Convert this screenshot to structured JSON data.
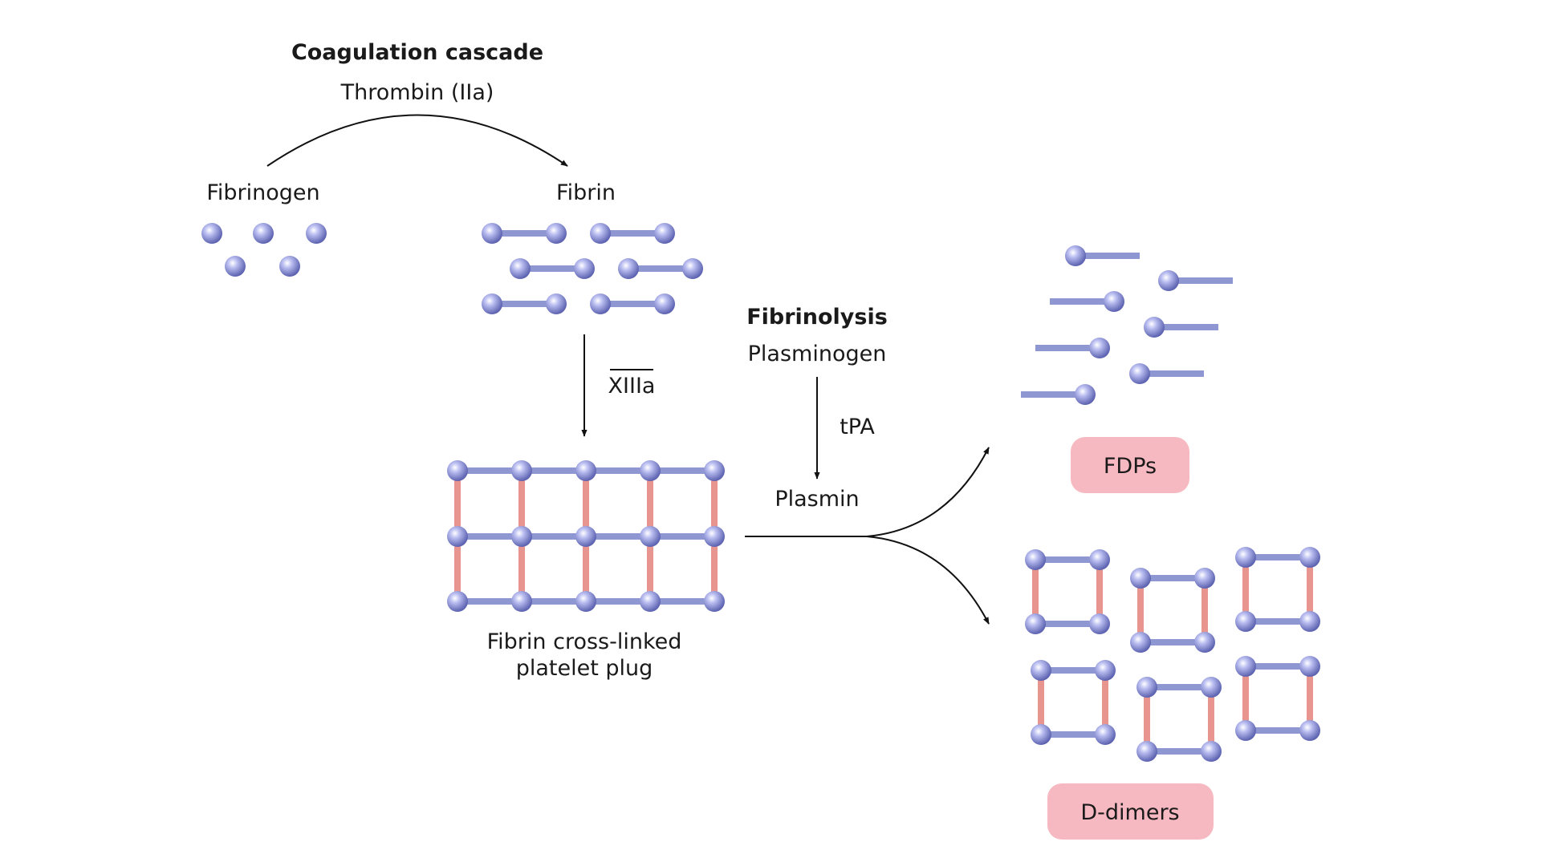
{
  "coagulation": {
    "title": "Coagulation cascade",
    "enzyme": "Thrombin (IIa)",
    "substrate": "Fibrinogen",
    "product": "Fibrin"
  },
  "crosslink": {
    "factor": "XIIIa",
    "plug_line1": "Fibrin cross-linked",
    "plug_line2": "platelet plug"
  },
  "fibrinolysis": {
    "title": "Fibrinolysis",
    "precursor": "Plasminogen",
    "activator": "tPA",
    "enzyme": "Plasmin"
  },
  "products": {
    "fdp_label": "FDPs",
    "ddimer_label": "D-dimers"
  },
  "colors": {
    "node": "#8289c9",
    "fibrin_strand": "#8f97d2",
    "crosslink": "#e8948f",
    "badge": "#f7b9c1"
  }
}
